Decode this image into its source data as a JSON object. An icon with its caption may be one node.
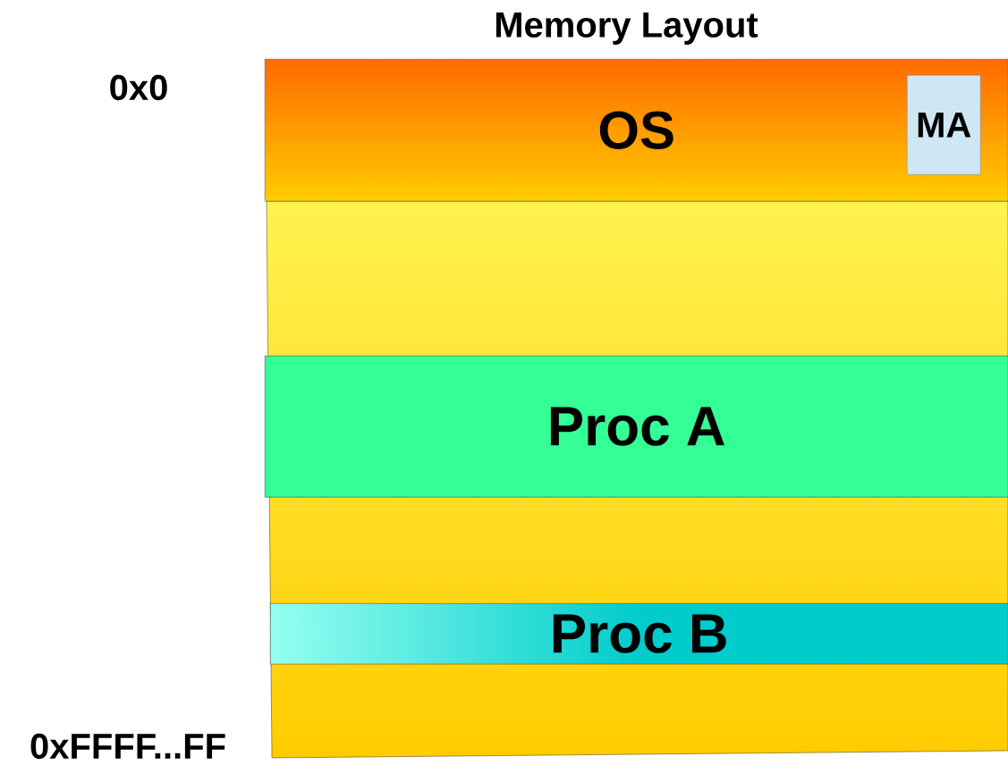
{
  "diagram": {
    "title": "Memory Layout",
    "nodes": [
      {
        "text": [
          "OS"
        ]
      },
      {
        "text": [
          "MA"
        ],
        "in": 0
      },
      {
        "text": [
          "Proc A"
        ]
      },
      {
        "text": [
          "Proc B"
        ]
      }
    ],
    "labels": [
      "0x0",
      "0xFFFF...FF"
    ]
  }
}
